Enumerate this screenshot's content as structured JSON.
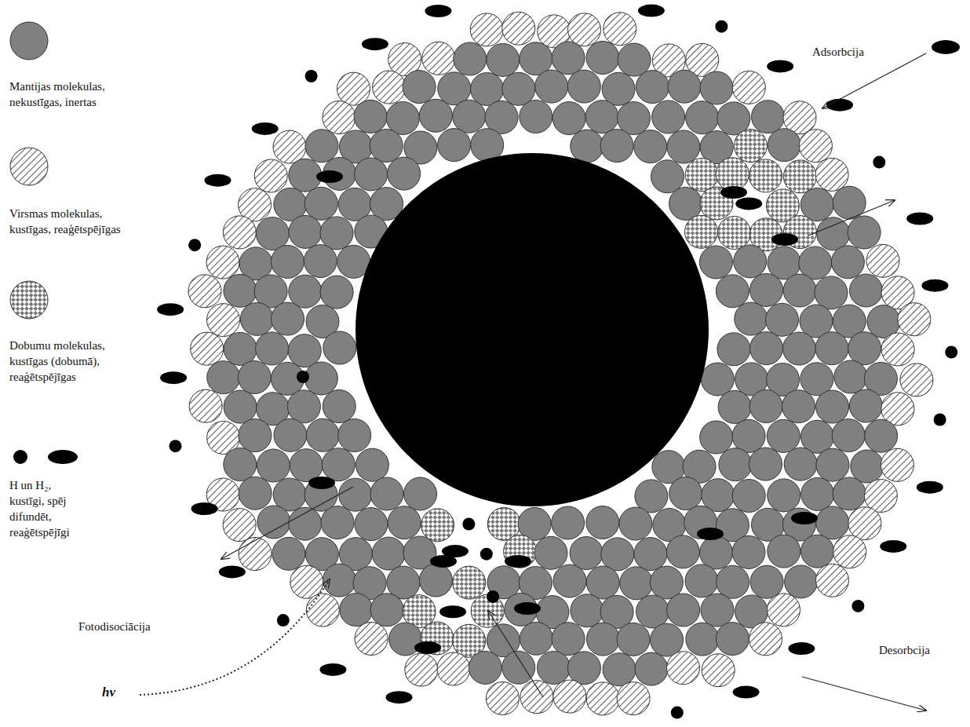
{
  "diagram": {
    "labels": [
      "Adsorbcija",
      "Desorbcija",
      "Fotodisociācija",
      "hν"
    ],
    "legend": [
      {
        "text": "Mantijas molekulas, nekustīgas, inertas",
        "color": "#808080"
      },
      {
        "text": "Virsmas molekulas, kustīgas, reaģētspējīgas"
      },
      {
        "text": "Dobumu molekulas, kustīgas (dobumā), reaģētspējīgas"
      },
      {
        "text": "H un H₂, kustīgi, spēj difundēt, reaģētspējīgi"
      }
    ]
  }
}
